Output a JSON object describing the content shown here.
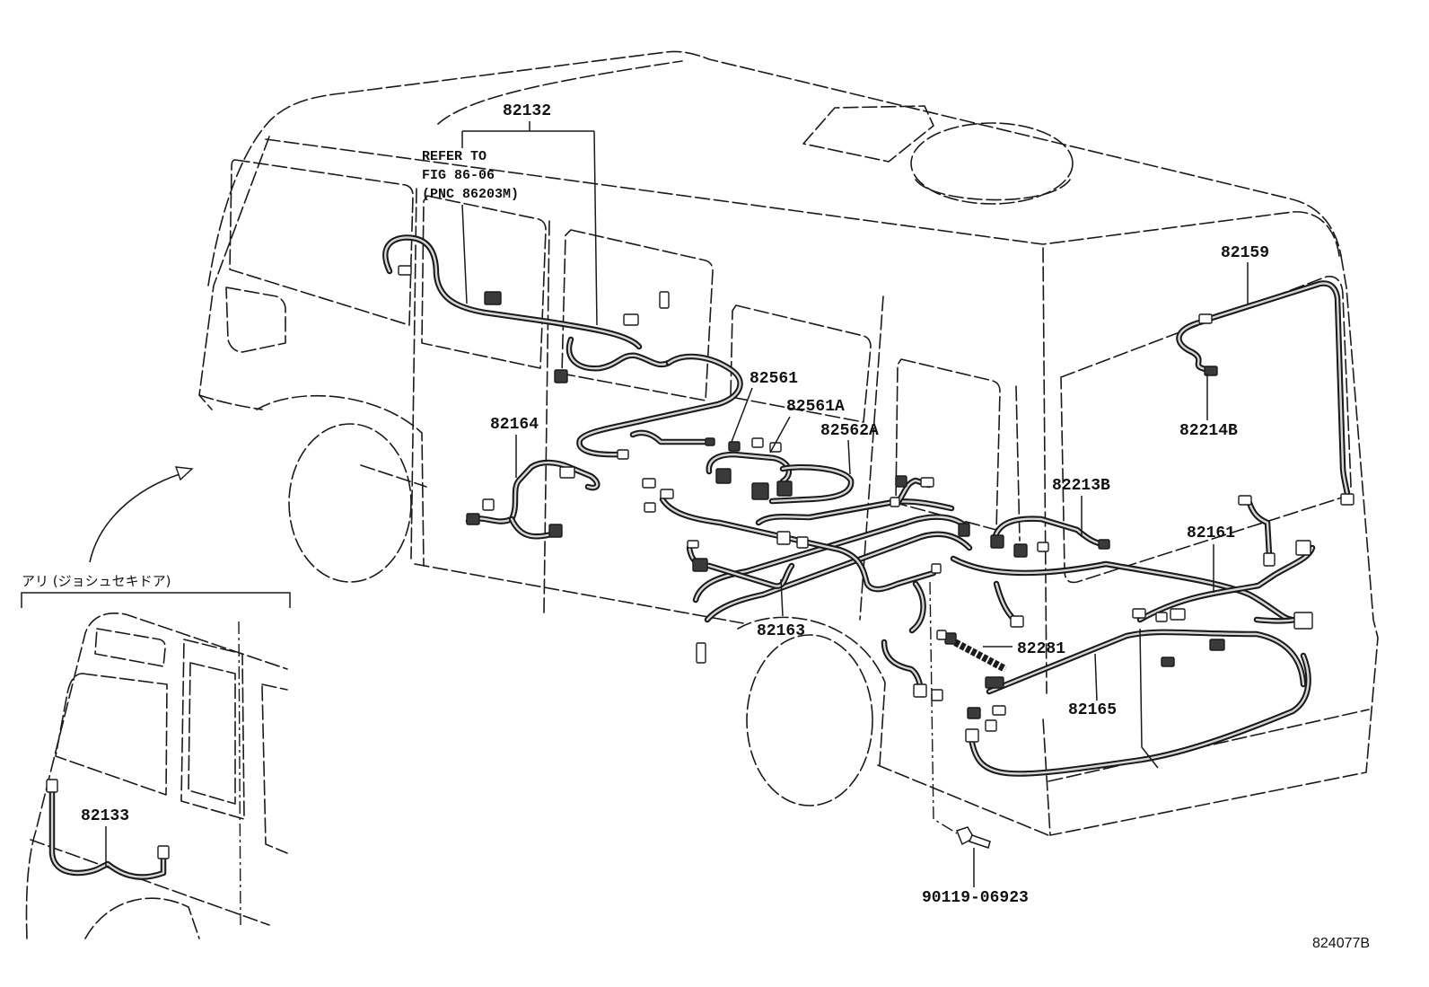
{
  "diagram": {
    "callouts": {
      "c82132": "82132",
      "c82159": "82159",
      "c82561": "82561",
      "c82561A": "82561A",
      "c82562A": "82562A",
      "c82164": "82164",
      "c82214B": "82214B",
      "c82213B": "82213B",
      "c82161": "82161",
      "c82163": "82163",
      "c82281": "82281",
      "c82165": "82165",
      "c90119": "90119-06923"
    },
    "refer_note": [
      "REFER TO",
      "FIG 86-06",
      "(PNC 86203M)"
    ],
    "inset": {
      "caption": "アリ (ジョシュセキドア)",
      "callout": "82133"
    },
    "figure_id": "824077B"
  }
}
